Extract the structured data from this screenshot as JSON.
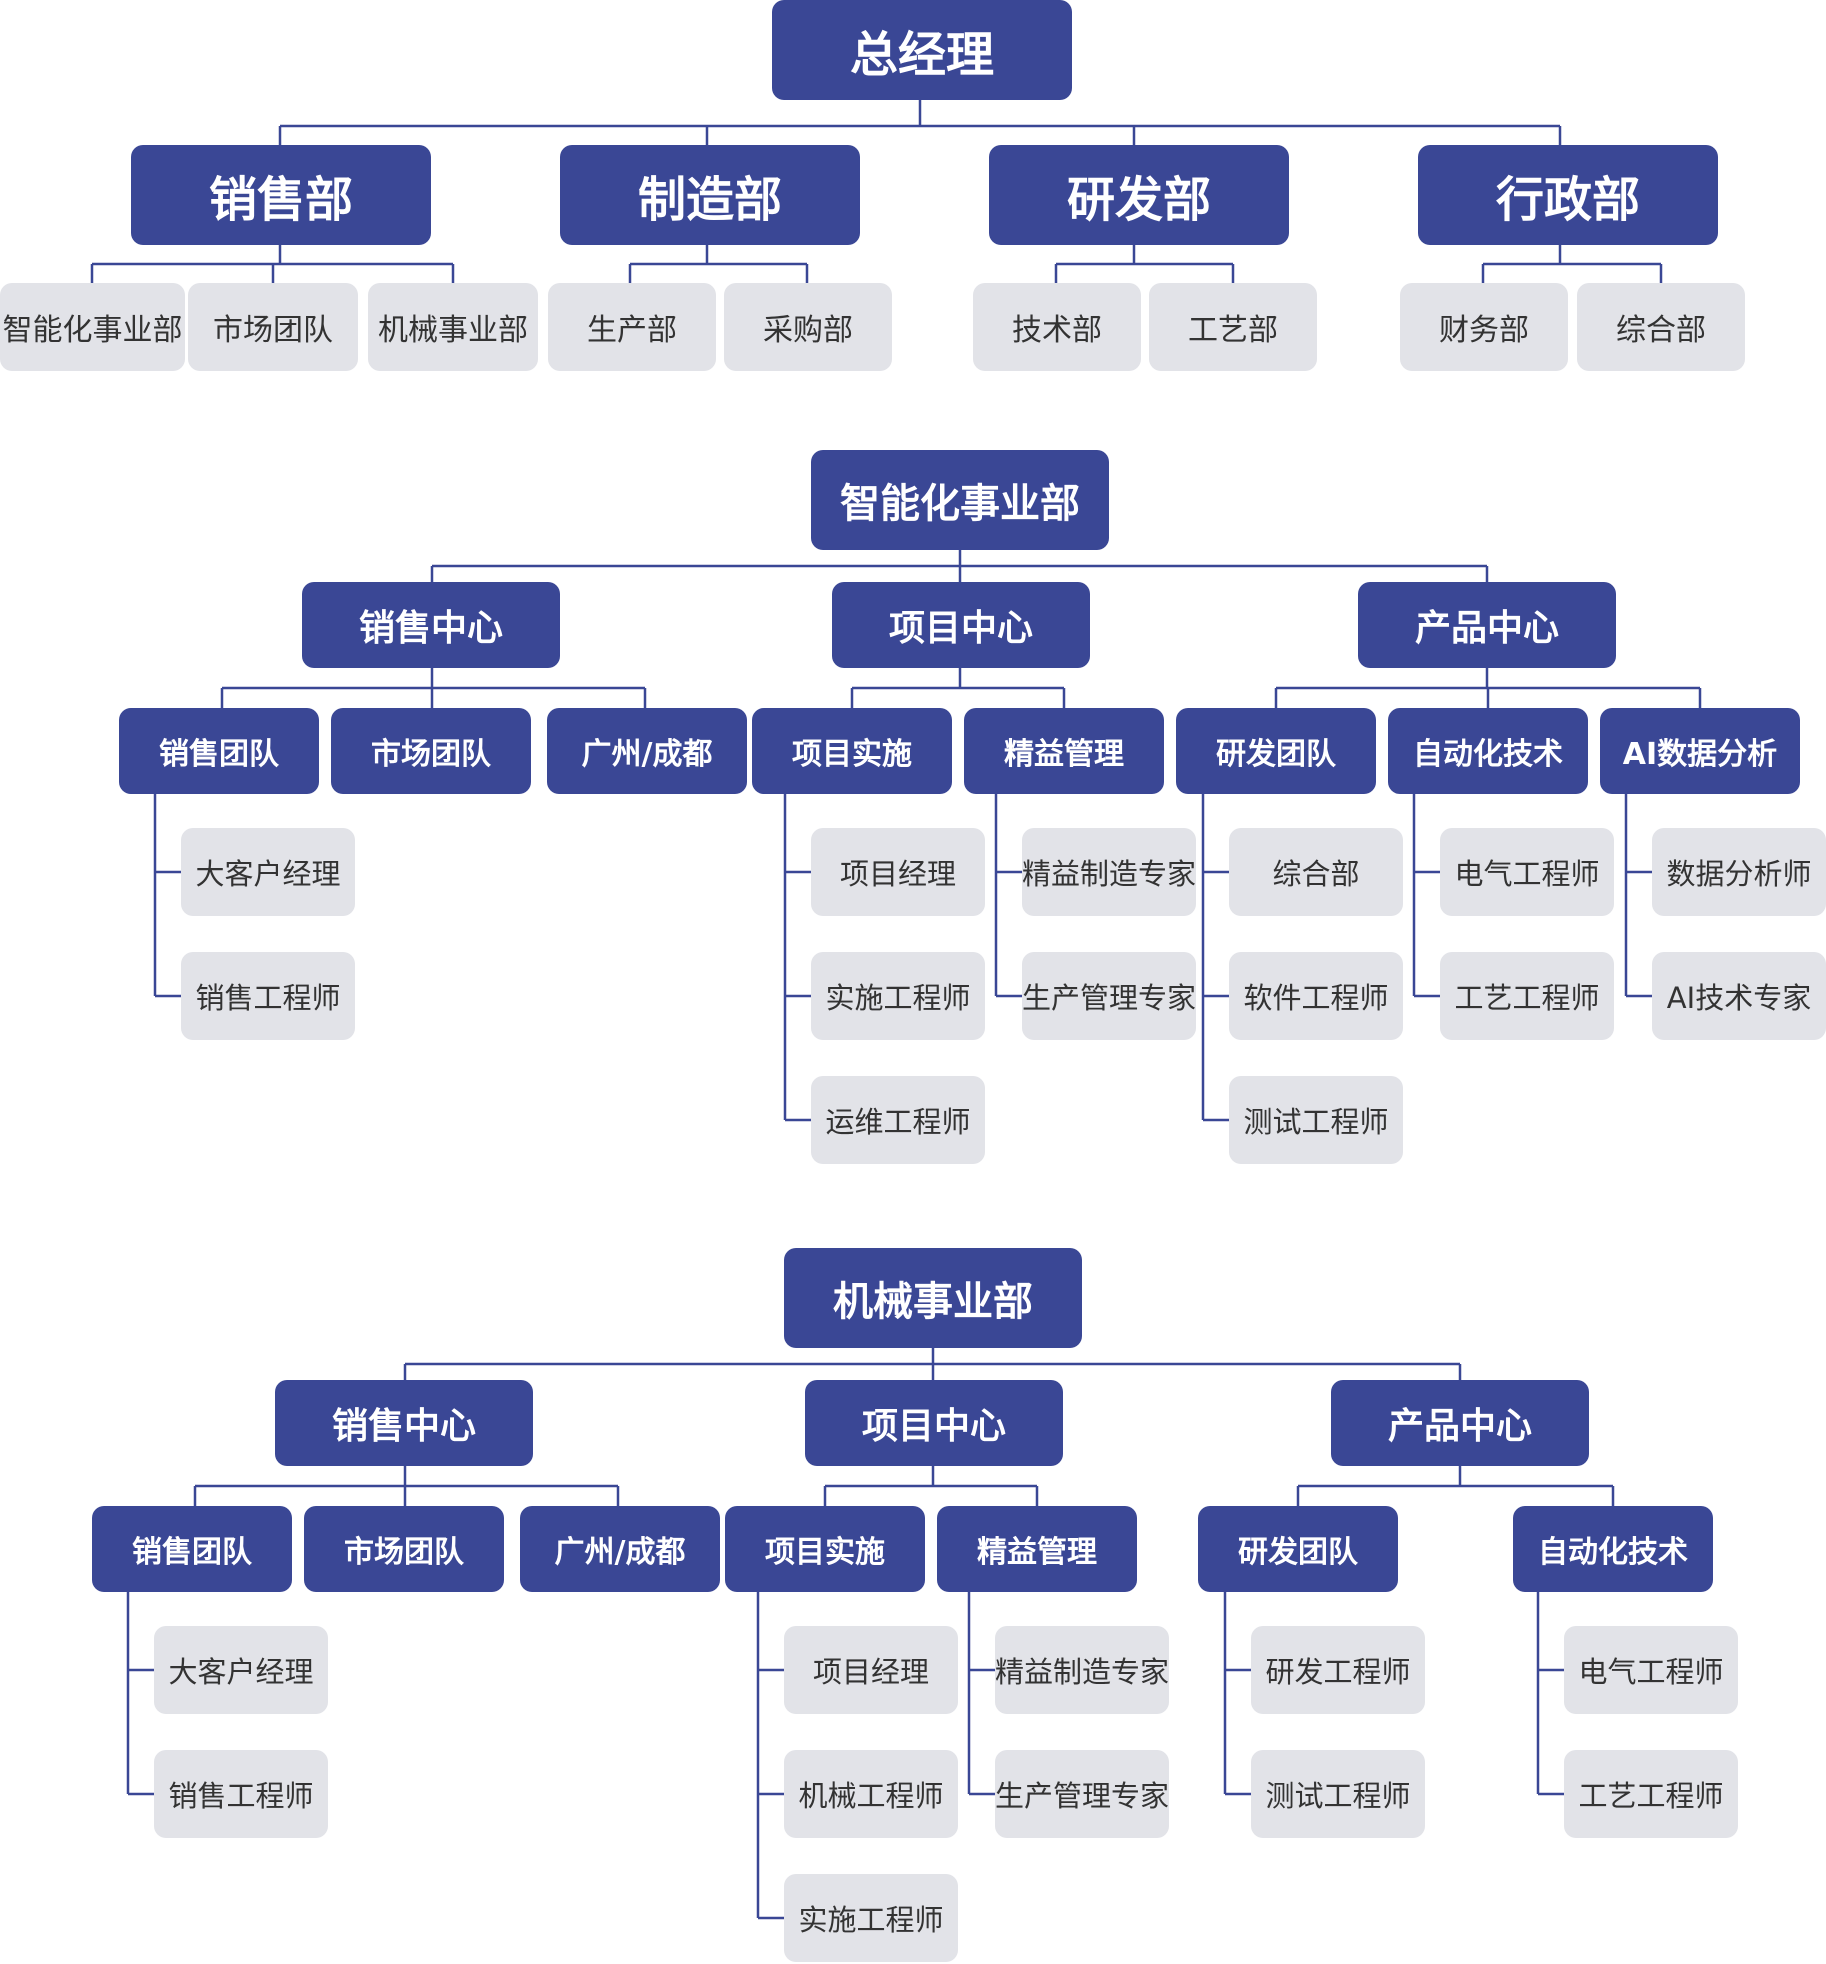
{
  "company": {
    "root": "总经理",
    "departments": [
      {
        "name": "销售部",
        "children": [
          "智能化事业部",
          "市场团队",
          "机械事业部"
        ]
      },
      {
        "name": "制造部",
        "children": [
          "生产部",
          "采购部"
        ]
      },
      {
        "name": "研发部",
        "children": [
          "技术部",
          "工艺部"
        ]
      },
      {
        "name": "行政部",
        "children": [
          "财务部",
          "综合部"
        ]
      }
    ]
  },
  "smart_division": {
    "root": "智能化事业部",
    "centers": [
      {
        "name": "销售中心",
        "teams": [
          {
            "name": "销售团队",
            "roles": [
              "大客户经理",
              "销售工程师"
            ]
          },
          {
            "name": "市场团队",
            "roles": []
          },
          {
            "name": "广州/成都",
            "roles": []
          }
        ]
      },
      {
        "name": "项目中心",
        "teams": [
          {
            "name": "项目实施",
            "roles": [
              "项目经理",
              "实施工程师",
              "运维工程师"
            ]
          },
          {
            "name": "精益管理",
            "roles": [
              "精益制造专家",
              "生产管理专家"
            ]
          }
        ]
      },
      {
        "name": "产品中心",
        "teams": [
          {
            "name": "研发团队",
            "roles": [
              "综合部",
              "软件工程师",
              "测试工程师"
            ]
          },
          {
            "name": "自动化技术",
            "roles": [
              "电气工程师",
              "工艺工程师"
            ]
          },
          {
            "name": "AI数据分析",
            "roles": [
              "数据分析师",
              "AI技术专家"
            ]
          }
        ]
      }
    ]
  },
  "mech_division": {
    "root": "机械事业部",
    "centers": [
      {
        "name": "销售中心",
        "teams": [
          {
            "name": "销售团队",
            "roles": [
              "大客户经理",
              "销售工程师"
            ]
          },
          {
            "name": "市场团队",
            "roles": []
          },
          {
            "name": "广州/成都",
            "roles": []
          }
        ]
      },
      {
        "name": "项目中心",
        "teams": [
          {
            "name": "项目实施",
            "roles": [
              "项目经理",
              "机械工程师",
              "实施工程师"
            ]
          },
          {
            "name": "精益管理",
            "roles": [
              "精益制造专家",
              "生产管理专家"
            ]
          }
        ]
      },
      {
        "name": "产品中心",
        "teams": [
          {
            "name": "研发团队",
            "roles": [
              "研发工程师",
              "测试工程师"
            ]
          },
          {
            "name": "自动化技术",
            "roles": [
              "电气工程师",
              "工艺工程师"
            ]
          }
        ]
      }
    ]
  },
  "colors": {
    "node_blue": "#3a4795",
    "node_gray": "#e2e3e8",
    "line": "#3a4795"
  }
}
